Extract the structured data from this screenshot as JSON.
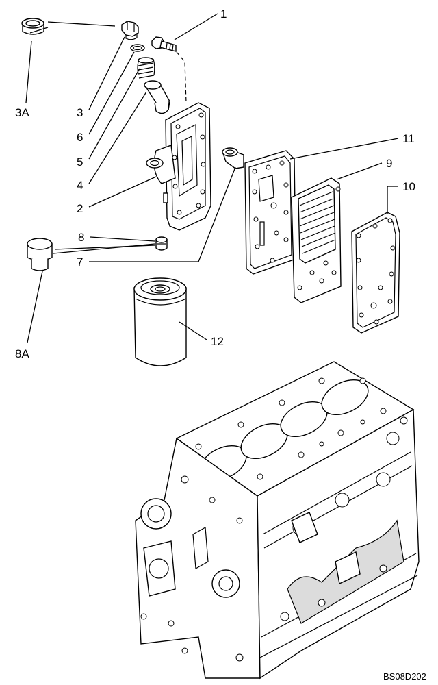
{
  "callouts": {
    "c1": "1",
    "c3a": "3A",
    "c3": "3",
    "c6": "6",
    "c5": "5",
    "c4": "4",
    "c2": "2",
    "c8": "8",
    "c7": "7",
    "c8a": "8A",
    "c11": "11",
    "c9": "9",
    "c10": "10",
    "c12": "12"
  },
  "drawing_ref": "BS08D202"
}
